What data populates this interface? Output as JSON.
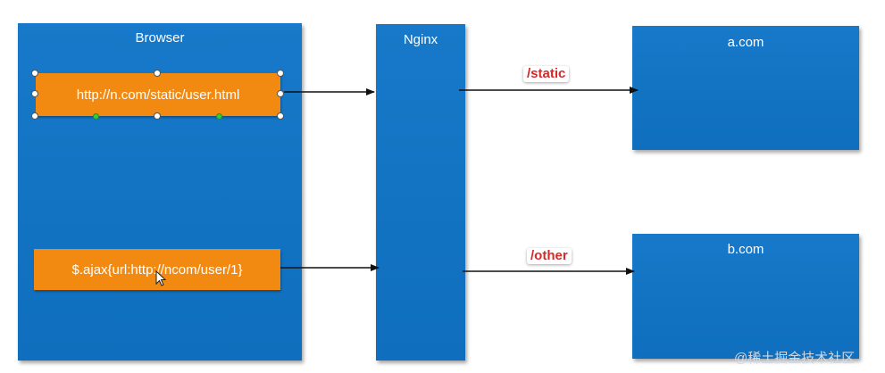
{
  "nodes": {
    "browser": {
      "title": "Browser"
    },
    "nginx": {
      "title": "Nginx"
    },
    "a_com": {
      "title": "a.com"
    },
    "b_com": {
      "title": "b.com"
    }
  },
  "requests": {
    "static_request": "http://n.com/static/user.html",
    "ajax_request": "$.ajax{url:http://ncom/user/1}"
  },
  "routes": {
    "static": "/static",
    "other": "/other"
  },
  "watermark": "@稀土掘金技术社区",
  "colors": {
    "box": "#1878c9",
    "request": "#f28a12",
    "route_label": "#d42a2a"
  }
}
